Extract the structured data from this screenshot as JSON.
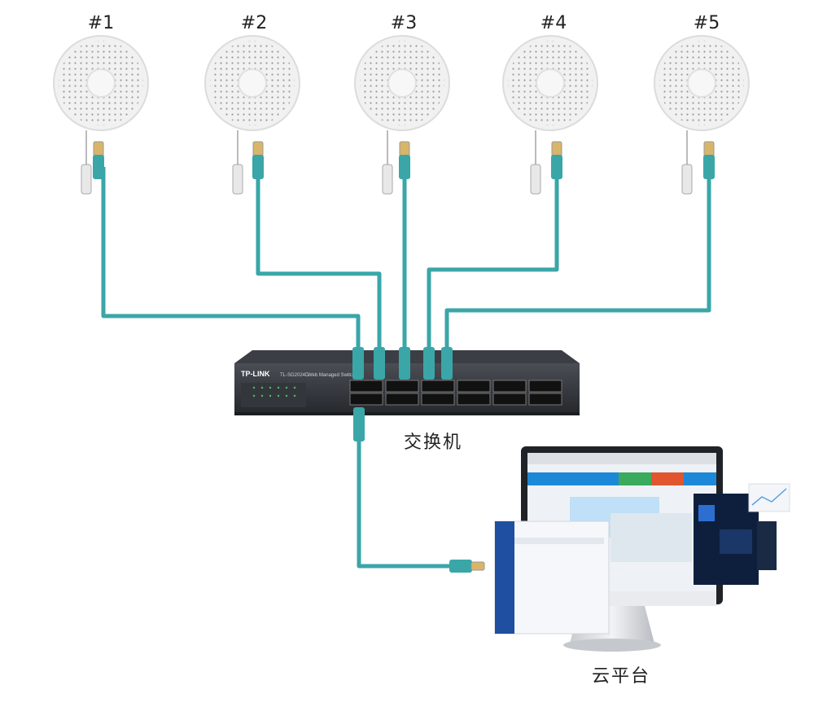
{
  "sensors": [
    {
      "label": "#1"
    },
    {
      "label": "#2"
    },
    {
      "label": "#3"
    },
    {
      "label": "#4"
    },
    {
      "label": "#5"
    }
  ],
  "switch": {
    "brand": "TP-LINK",
    "model": "TL-SG2024D",
    "subtitle": "Web Managed Switch",
    "caption": "交换机"
  },
  "cloud": {
    "caption": "云平台"
  },
  "colors": {
    "cable": "#3aa6a8",
    "switch_body": "#2e3136",
    "sensor": "#eeeeee"
  }
}
